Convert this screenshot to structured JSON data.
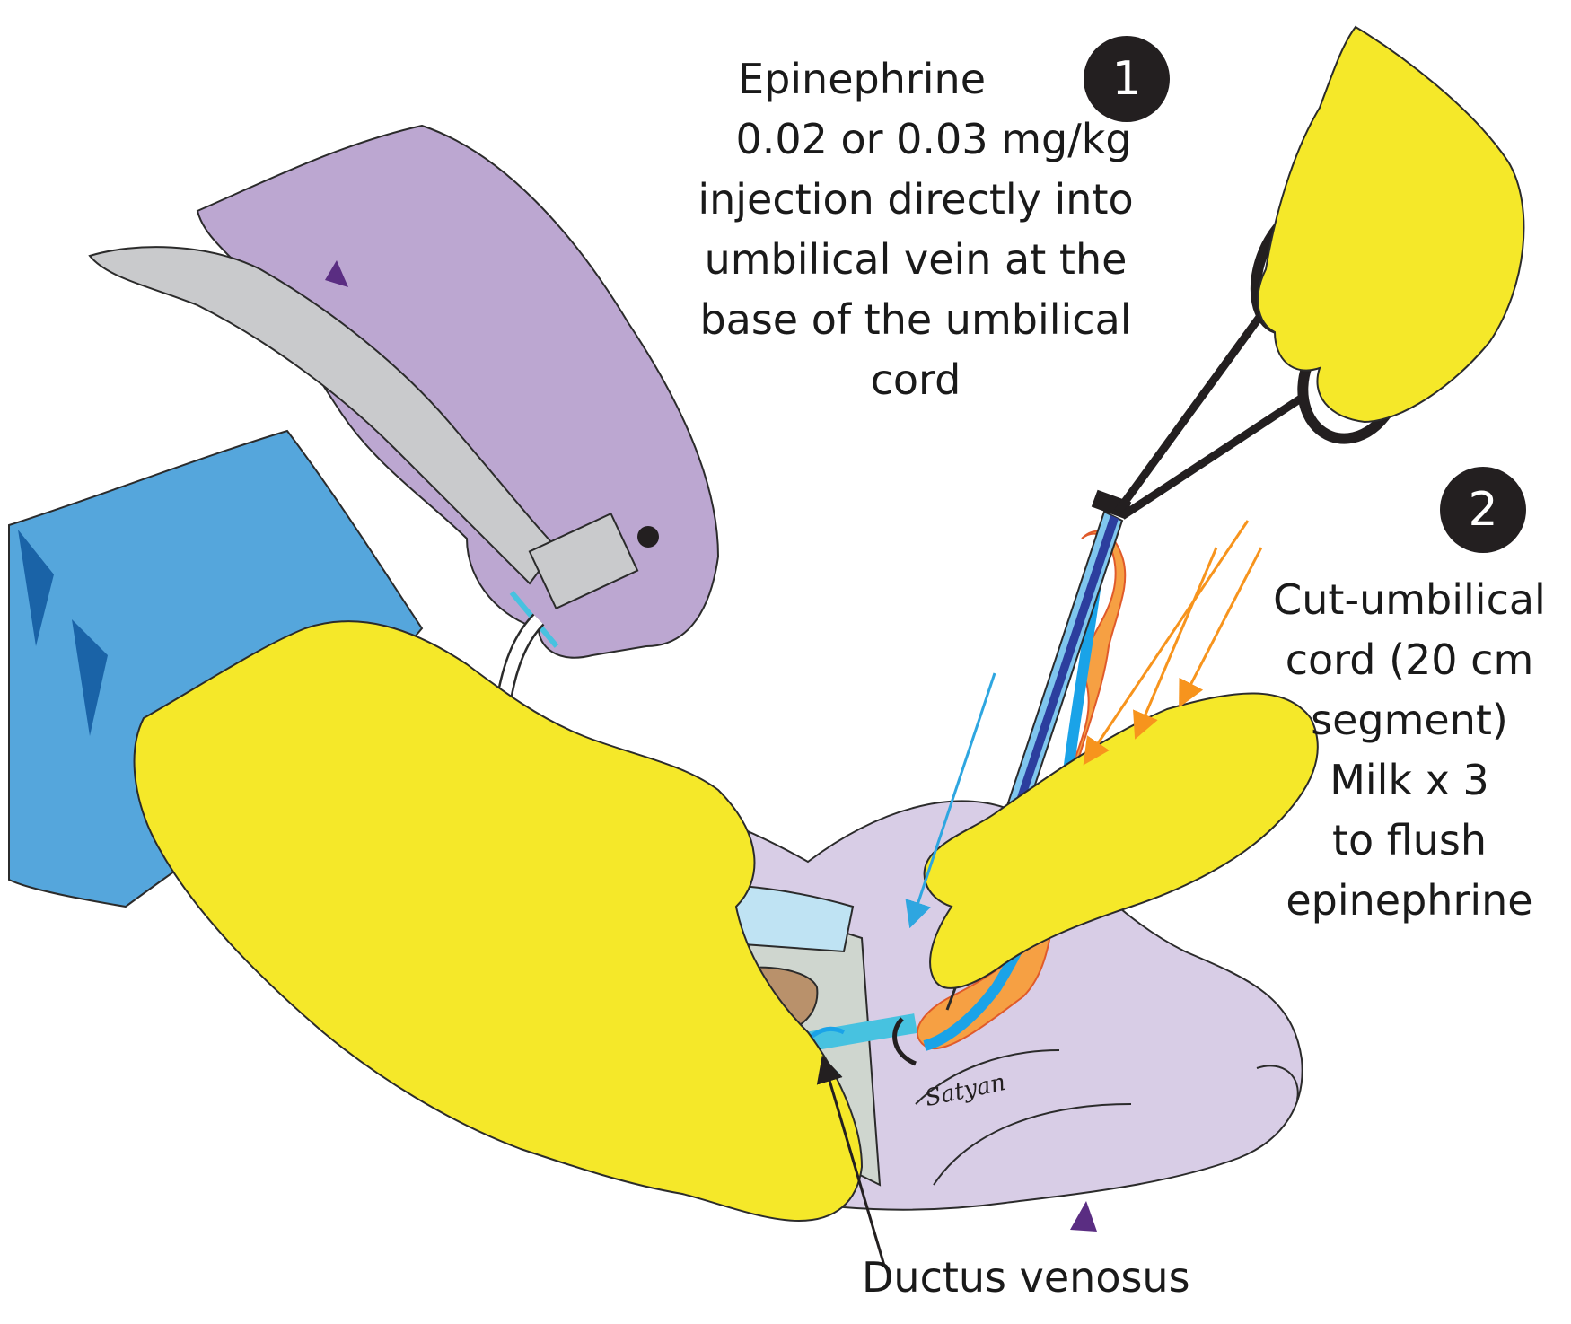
{
  "step1": {
    "number": "1",
    "lines": [
      "Epinephrine",
      "0.02 or 0.03 mg/kg",
      "injection directly into",
      "umbilical vein at the",
      "base of the umbilical",
      "cord"
    ]
  },
  "step2": {
    "number": "2",
    "lines": [
      "Cut-umbilical",
      "cord (20 cm",
      "segment)",
      "Milk x 3",
      "to flush",
      "epinephrine"
    ]
  },
  "ductus_label": "Ductus venosus",
  "signature": "Satyan",
  "colors": {
    "yellow_glove": "#f5e829",
    "purple_glove": "#bca7d1",
    "blue_sleeve": "#55a6dc",
    "infant": "#d8cde6",
    "cord_orange": "#f6a043",
    "vein_blue": "#1aa3e8",
    "arrow_orange": "#f7941d",
    "arrow_blue": "#2ea6e0",
    "badge": "#231f20"
  }
}
